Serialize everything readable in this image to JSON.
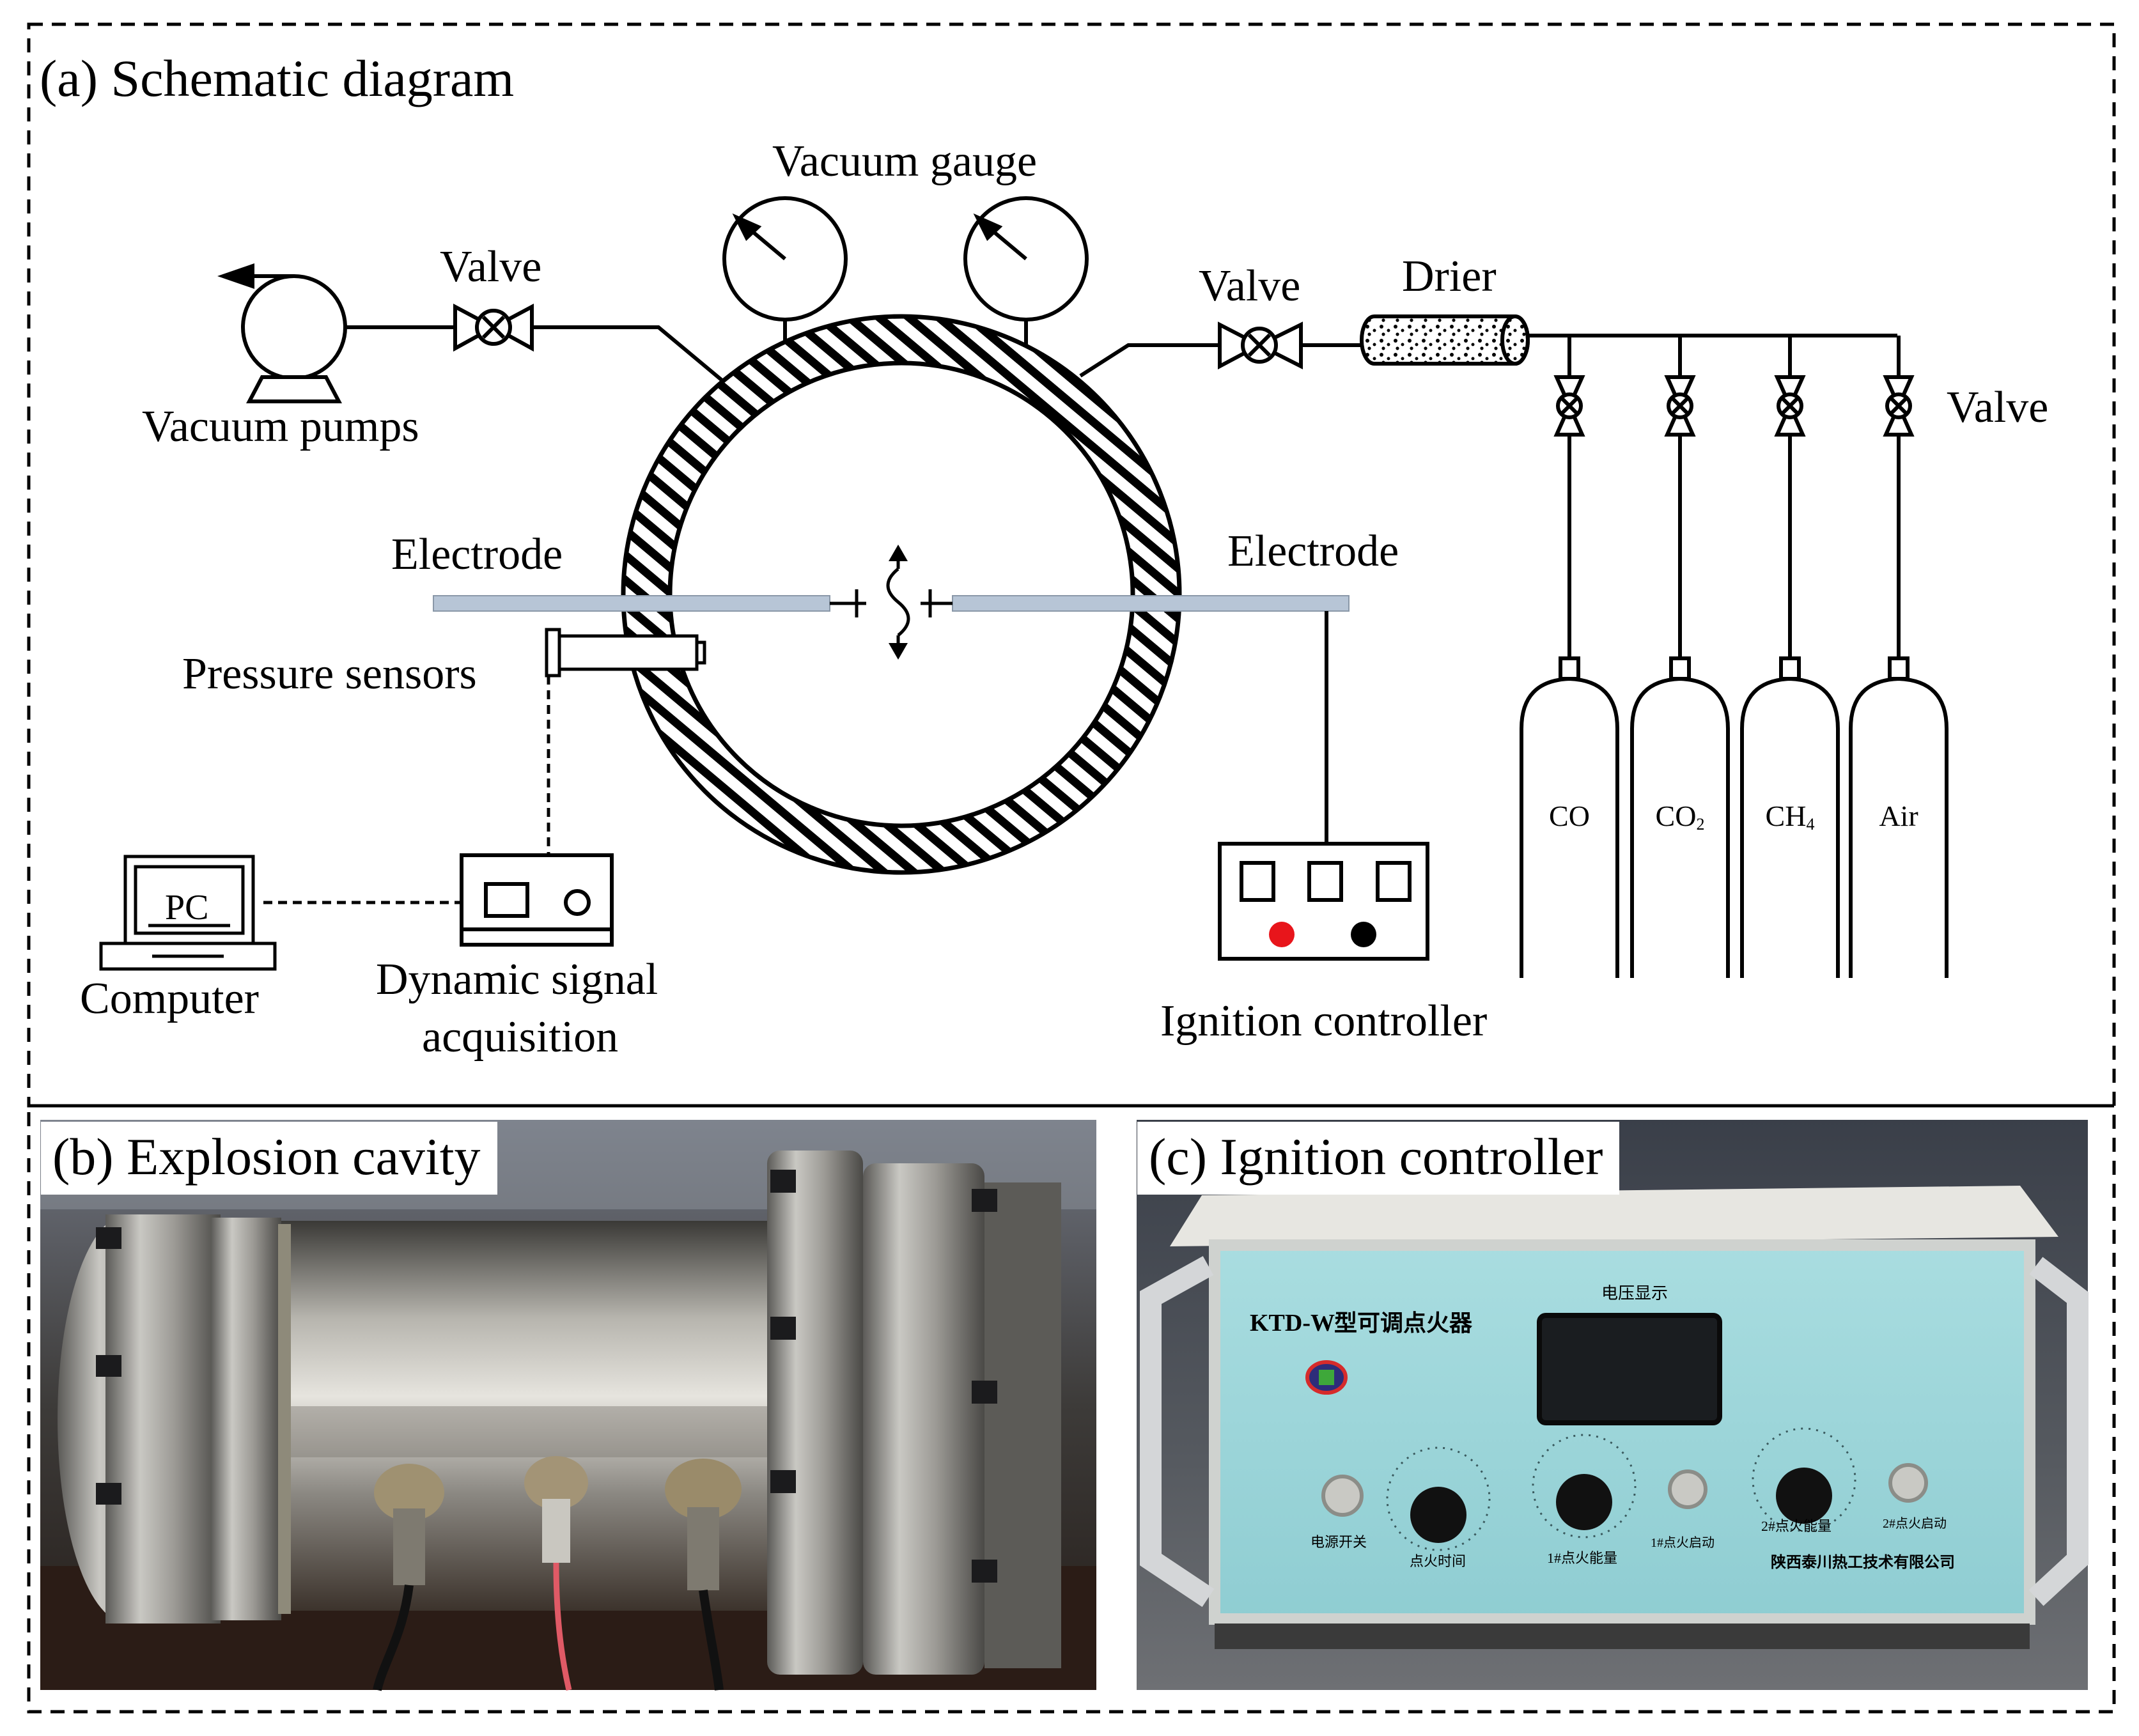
{
  "panels": {
    "a": {
      "title": "(a) Schematic diagram",
      "labels": {
        "vacuum_gauge": "Vacuum gauge",
        "valve_left": "Valve",
        "valve_right": "Valve",
        "valve_bank": "Valve",
        "drier": "Drier",
        "vacuum_pumps": "Vacuum pumps",
        "electrode_left": "Electrode",
        "electrode_right": "Electrode",
        "pressure_sensors": "Pressure sensors",
        "pc": "PC",
        "computer": "Computer",
        "dsa_line1": "Dynamic signal",
        "dsa_line2": "acquisition",
        "ignition_controller": "Ignition controller"
      },
      "cylinders": [
        {
          "name": "CO",
          "sub": ""
        },
        {
          "name": "CO",
          "sub": "2"
        },
        {
          "name": "CH",
          "sub": "4"
        },
        {
          "name": "Air",
          "sub": ""
        }
      ],
      "colors": {
        "electrode": "#b7c5d6",
        "button_red": "#e8151b",
        "button_black": "#000000"
      }
    },
    "b": {
      "title": "(b) Explosion cavity"
    },
    "c": {
      "title": "(c) Ignition controller",
      "device_brand": "KTD-W",
      "device_name": "型可调点火器",
      "display_caption": "电压显示",
      "knob_labels": [
        "点火时间",
        "1#点火能量",
        "2#点火能量"
      ],
      "switch_labels": [
        "电源开关",
        "1#点火启动",
        "2#点火启动"
      ],
      "maker": "陕西泰川热工技术有限公司"
    }
  }
}
